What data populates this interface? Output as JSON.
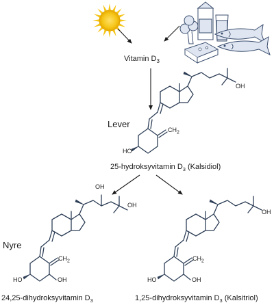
{
  "labels": {
    "vitamin_d3_prefix": "Vitamin D",
    "vitamin_d3_sub": "3",
    "lever": "Lever",
    "nyre": "Nyre",
    "calcidiol_prefix": "25-hydroksyvitamin D",
    "calcidiol_sub": "3",
    "calcidiol_suffix": " (Kalsidiol)",
    "left_prefix": "24,25-dihydroksyvitamin D",
    "left_sub": "3",
    "right_prefix": "1,25-dihydroksyvitamin D",
    "right_sub": "3",
    "right_suffix": " (Kalsitriol)"
  },
  "atoms": {
    "oh": "OH",
    "ho": "HO",
    "ch2_prefix": "CH",
    "ch2_sub": "2"
  },
  "icons": {
    "sun": "sun-icon",
    "food": "food-icon"
  },
  "colors": {
    "sun": "#f5c518",
    "structure": "#2d3e56",
    "food_fill": "#dfe6f1"
  }
}
